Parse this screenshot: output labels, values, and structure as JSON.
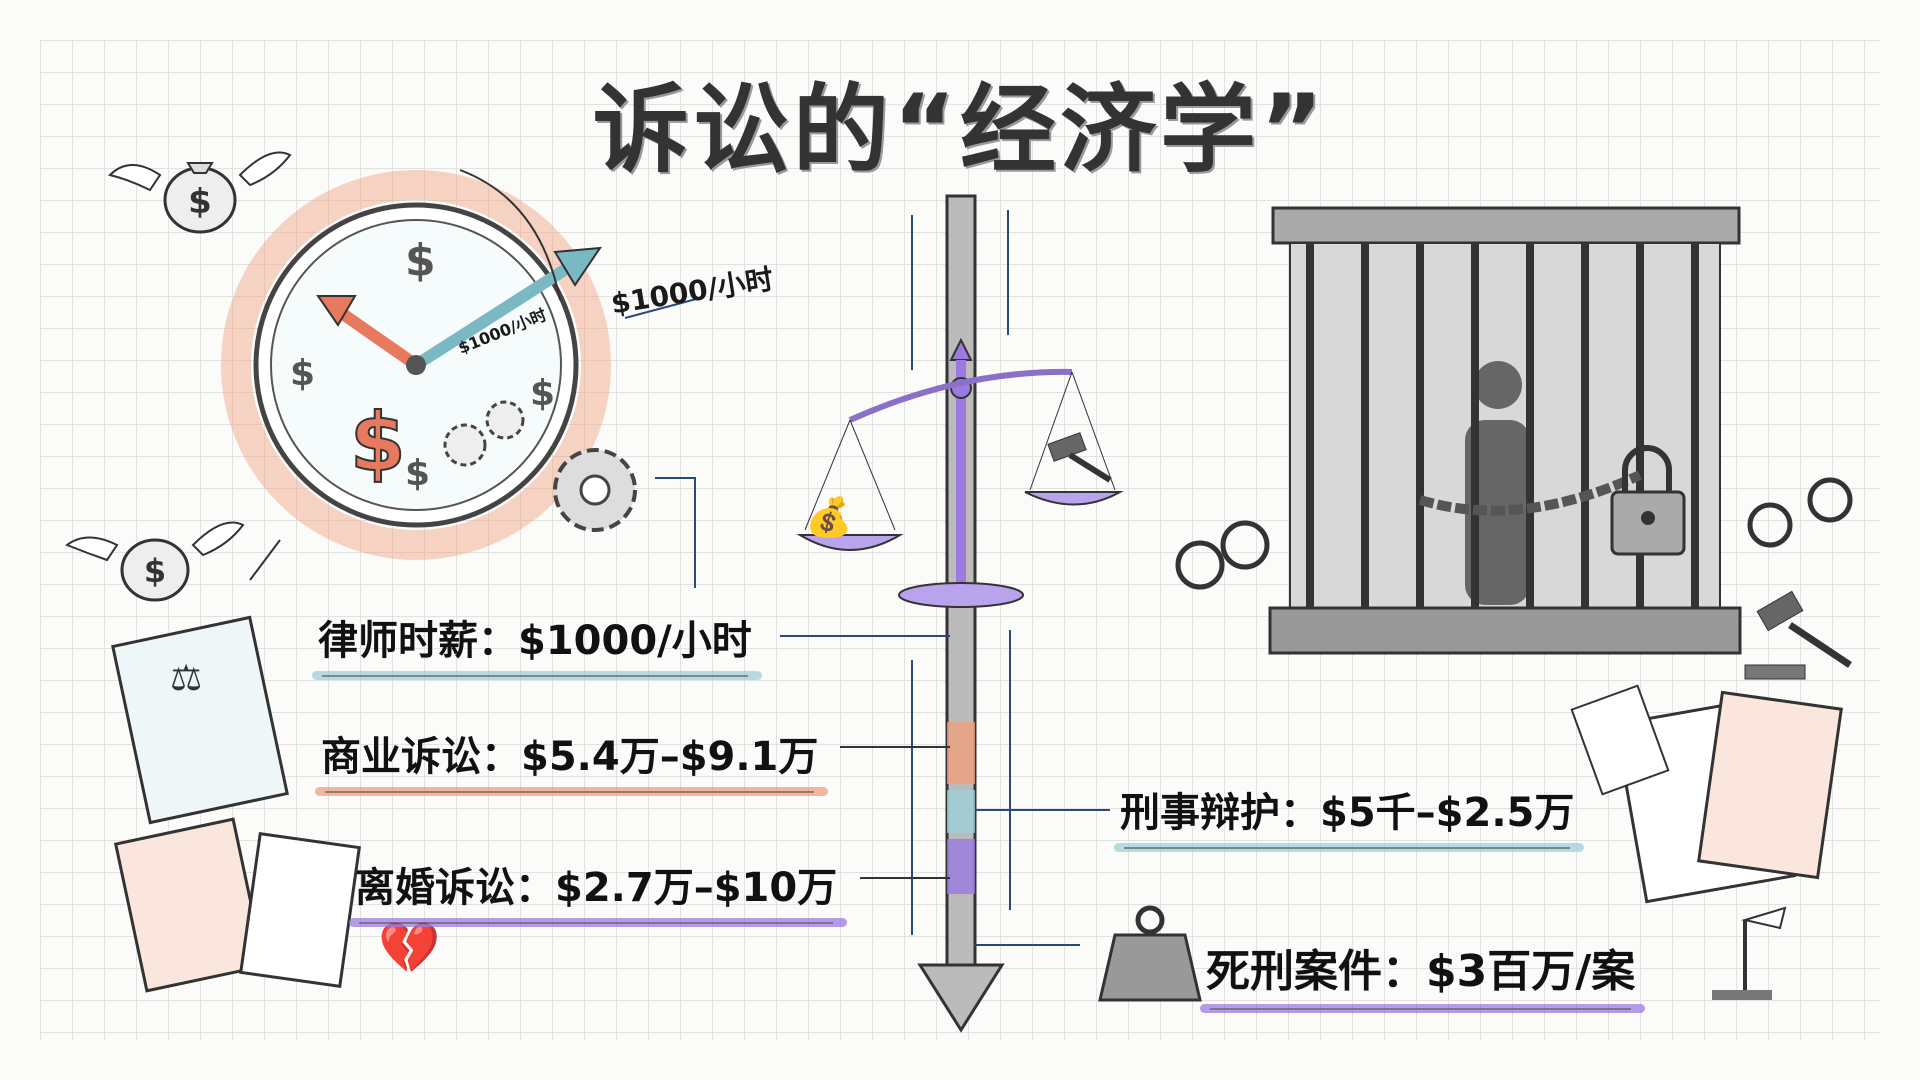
{
  "title": "诉讼的“经济学”",
  "clock": {
    "rate_label": "$1000/小时",
    "face_label": "$1000/小时"
  },
  "items": [
    {
      "label": "律师时薪：$1000/小时",
      "color": "#9fcfd8"
    },
    {
      "label": "商业诉讼：$5.4万–$9.1万",
      "color": "#f0a080"
    },
    {
      "label": "离婚诉讼：$2.7万–$10万",
      "color": "#9b7be0"
    },
    {
      "label": "刑事辩护：$5千–$2.5万",
      "color": "#9fcfd8"
    },
    {
      "label": "死刑案件：$3百万/案",
      "color": "#9b7be0"
    }
  ],
  "colors": {
    "orange": "#f0a080",
    "teal": "#9fcfd8",
    "purple": "#9b7be0",
    "ink": "#222222"
  },
  "icons": [
    "flying-money-bag-icon",
    "clock-icon",
    "gear-icon",
    "scales-of-justice-icon",
    "gavel-icon",
    "jail-cell-icon",
    "padlock-icon",
    "handcuffs-icon",
    "document-icon",
    "broken-heart-icon",
    "weight-icon",
    "flag-icon",
    "down-arrow-timeline-icon"
  ]
}
